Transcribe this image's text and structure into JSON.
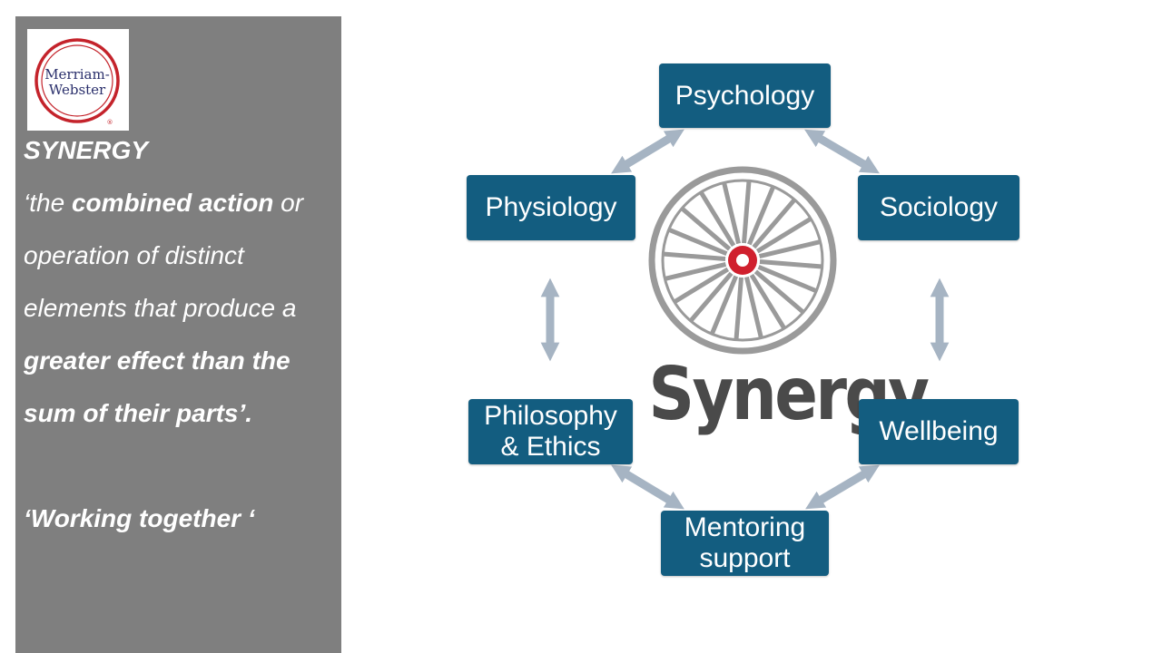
{
  "logo": {
    "line1": "Merriam-",
    "line2": "Webster",
    "mark": "®"
  },
  "definition": {
    "term": "SYNERGY",
    "quote_open": "‘the ",
    "em1": "combined action",
    "mid": " or operation of distinct elements that produce a ",
    "em2": "greater effect than the sum of their parts’",
    "end": ".",
    "tagline": "‘Working together ‘"
  },
  "diagram": {
    "wordmark": "Synergy",
    "nodes": {
      "psychology": "Psychology",
      "sociology": "Sociology",
      "wellbeing": "Wellbeing",
      "mentoring_line1": "Mentoring",
      "mentoring_line2": "support",
      "philosophy_line1": "Philosophy",
      "philosophy_line2": "& Ethics",
      "physiology": "Physiology"
    },
    "colors": {
      "node": "#135d80",
      "arrow": "#a6b4c3",
      "wheel": "#9a9a9a",
      "hub": "#d0202e"
    }
  }
}
